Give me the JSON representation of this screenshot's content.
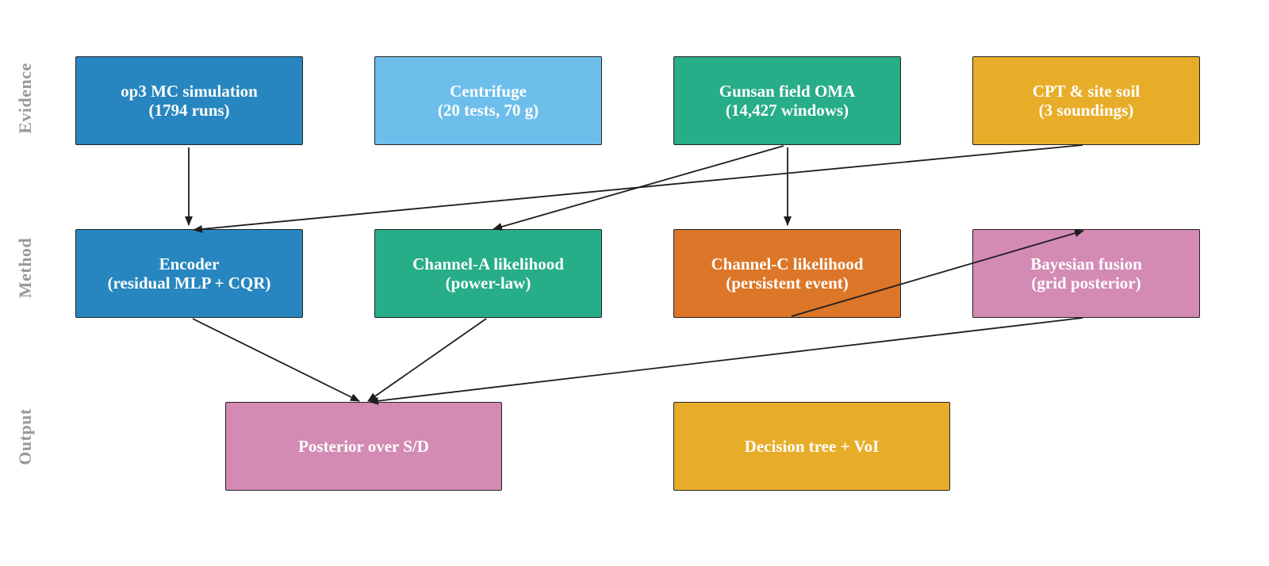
{
  "row_labels": [
    {
      "id": "evidence",
      "text": "Evidence"
    },
    {
      "id": "method",
      "text": "Method"
    },
    {
      "id": "output",
      "text": "Output"
    }
  ],
  "nodes": [
    {
      "id": "op3",
      "line1": "op3 MC simulation",
      "line2": "(1794 runs)",
      "color": "#2786bf"
    },
    {
      "id": "centrifuge",
      "line1": "Centrifuge",
      "line2": "(20 tests, 70 g)",
      "color": "#6dbeeb"
    },
    {
      "id": "gunsan",
      "line1": "Gunsan field OMA",
      "line2": "(14,427 windows)",
      "color": "#27ad88"
    },
    {
      "id": "cpt",
      "line1": "CPT & site soil",
      "line2": "(3 soundings)",
      "color": "#e8ad28"
    },
    {
      "id": "encoder",
      "line1": "Encoder",
      "line2": "(residual MLP + CQR)",
      "color": "#2786bf"
    },
    {
      "id": "channel-a",
      "line1": "Channel-A likelihood",
      "line2": "(power-law)",
      "color": "#27ad88"
    },
    {
      "id": "channel-c",
      "line1": "Channel-C likelihood",
      "line2": "(persistent event)",
      "color": "#dc7628"
    },
    {
      "id": "bayes",
      "line1": "Bayesian fusion",
      "line2": "(grid posterior)",
      "color": "#d38ab3"
    },
    {
      "id": "posterior",
      "line1": "Posterior over S/D",
      "line2": "",
      "color": "#d38ab3"
    },
    {
      "id": "decision",
      "line1": "Decision tree + VoI",
      "line2": "",
      "color": "#e8ad28"
    }
  ],
  "edges": [
    {
      "from": "op3",
      "to": "encoder"
    },
    {
      "from": "cpt",
      "to": "encoder"
    },
    {
      "from": "gunsan",
      "to": "channel-a"
    },
    {
      "from": "gunsan",
      "to": "channel-c"
    },
    {
      "from": "channel-c",
      "to": "bayes"
    },
    {
      "from": "encoder",
      "to": "posterior"
    },
    {
      "from": "channel-a",
      "to": "posterior"
    },
    {
      "from": "bayes",
      "to": "posterior"
    }
  ]
}
